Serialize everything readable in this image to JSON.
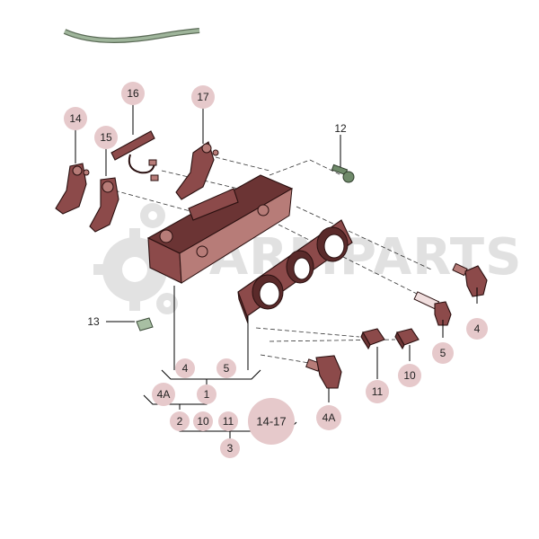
{
  "watermark": {
    "text": "FARMPARTS",
    "icon": "gear-icon"
  },
  "labels": {
    "p16": "16",
    "p17": "17",
    "p14": "14",
    "p15": "15",
    "p12": "12",
    "p13": "13",
    "p4": "4",
    "p5": "5",
    "p10": "10",
    "p11": "11",
    "p4a": "4A"
  },
  "legend": {
    "row1": [
      "4",
      "5"
    ],
    "row2": [
      "4A",
      "1"
    ],
    "row3": [
      "2",
      "10",
      "11",
      "14-17"
    ],
    "row4": [
      "3"
    ]
  },
  "colors": {
    "part": "#8c4a4a",
    "bubble": "#e6c9cb",
    "cable": "#9fb59b"
  }
}
